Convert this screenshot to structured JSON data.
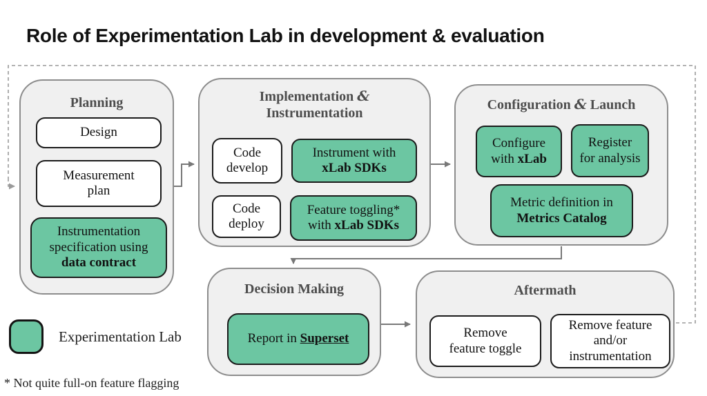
{
  "title": "Role of Experimentation Lab in development & evaluation",
  "colors": {
    "experimentation_green": "#6cc6a2",
    "panel_background": "#f0f0f0",
    "panel_border": "#8c8c8c",
    "box_border": "#1a1a1a",
    "header_text": "#4d4d4d",
    "arrow": "#787878",
    "dashed_line": "#9a9a9a"
  },
  "panels": {
    "planning": {
      "title": "Planning",
      "items": [
        {
          "text": "Design"
        },
        {
          "text": "Measurement plan"
        },
        {
          "pre": "Instrumentation specification using ",
          "bold": "data contract"
        }
      ]
    },
    "implementation": {
      "title_pre": "Implementation ",
      "amp": "&",
      "title_post": "Instrumentation",
      "items": [
        {
          "text": "Code develop"
        },
        {
          "pre": "Instrument with ",
          "bold": "xLab SDKs"
        },
        {
          "text": "Code deploy"
        },
        {
          "pre": "Feature toggling* with ",
          "bold": "xLab SDKs"
        }
      ]
    },
    "configuration": {
      "title_pre": "Configuration ",
      "amp": "&",
      "title_post": " Launch",
      "items": [
        {
          "pre": "Configure with ",
          "bold": "xLab"
        },
        {
          "text": "Register for analysis"
        },
        {
          "pre": "Metric definition in ",
          "bold": "Metrics Catalog"
        }
      ]
    },
    "decision": {
      "title": "Decision Making",
      "items": [
        {
          "pre": "Report in ",
          "bold_underline": "Superset"
        }
      ]
    },
    "aftermath": {
      "title": "Aftermath",
      "items": [
        {
          "text": "Remove feature toggle"
        },
        {
          "text": "Remove feature and/or instrumentation"
        }
      ]
    }
  },
  "legend": {
    "label": "Experimentation Lab"
  },
  "footnote": "* Not quite full-on feature flagging"
}
